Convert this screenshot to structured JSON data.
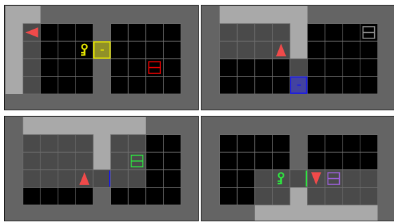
{
  "colors": {
    "wall": "#646464",
    "floor": "#000000",
    "explored_floor": "#4a4a4a",
    "grid_line": "#6e6e6e",
    "agent_path": "#a9a9a9",
    "agent": "#f04a4a",
    "yellow": "#e6e600",
    "red": "#e60000",
    "green": "#2ee640",
    "blue": "#1a1ae6",
    "purple": "#9b5fd6",
    "grey": "#8c8c8c"
  },
  "panels": [
    {
      "id": "top-left",
      "cols": 11,
      "rows": 6,
      "regions": [
        {
          "c": 1,
          "r": 1,
          "w": 4,
          "h": 4,
          "type": "floor"
        },
        {
          "c": 6,
          "r": 1,
          "w": 4,
          "h": 4,
          "type": "floor"
        },
        {
          "c": 1,
          "r": 1,
          "w": 1,
          "h": 4,
          "type": "explored_floor"
        },
        {
          "c": 5,
          "r": 2,
          "w": 1,
          "h": 1,
          "type": "explored_floor"
        }
      ],
      "path": [
        {
          "c": 0,
          "r": 0,
          "w": 2,
          "h": 1
        },
        {
          "c": 0,
          "r": 0,
          "w": 1,
          "h": 5
        }
      ],
      "objects": [
        {
          "type": "agent",
          "dir": "left",
          "c": 1,
          "r": 1,
          "color": "agent"
        },
        {
          "type": "key",
          "c": 4,
          "r": 2,
          "color": "yellow"
        },
        {
          "type": "door",
          "state": "locked",
          "c": 5,
          "r": 2,
          "color": "yellow"
        },
        {
          "type": "box",
          "c": 8,
          "r": 3,
          "color": "red"
        }
      ]
    },
    {
      "id": "top-right",
      "cols": 11,
      "rows": 6,
      "regions": [
        {
          "c": 1,
          "r": 1,
          "w": 4,
          "h": 4,
          "type": "floor"
        },
        {
          "c": 6,
          "r": 1,
          "w": 4,
          "h": 4,
          "type": "floor"
        },
        {
          "c": 1,
          "r": 1,
          "w": 4,
          "h": 2,
          "type": "explored_floor"
        },
        {
          "c": 5,
          "r": 3,
          "w": 1,
          "h": 1,
          "type": "explored_floor"
        }
      ],
      "path": [
        {
          "c": 1,
          "r": 0,
          "w": 5,
          "h": 1
        },
        {
          "c": 5,
          "r": 0,
          "w": 1,
          "h": 3
        }
      ],
      "objects": [
        {
          "type": "agent",
          "dir": "up",
          "c": 4,
          "r": 2,
          "color": "agent"
        },
        {
          "type": "door",
          "state": "locked",
          "c": 5,
          "r": 4,
          "color": "blue"
        },
        {
          "type": "box",
          "c": 9,
          "r": 1,
          "color": "grey"
        }
      ]
    },
    {
      "id": "bottom-left",
      "cols": 11,
      "rows": 6,
      "regions": [
        {
          "c": 1,
          "r": 1,
          "w": 4,
          "h": 4,
          "type": "floor"
        },
        {
          "c": 6,
          "r": 1,
          "w": 4,
          "h": 4,
          "type": "floor"
        },
        {
          "c": 1,
          "r": 1,
          "w": 4,
          "h": 3,
          "type": "explored_floor"
        },
        {
          "c": 5,
          "r": 3,
          "w": 1,
          "h": 1,
          "type": "explored_floor"
        },
        {
          "c": 6,
          "r": 1,
          "w": 2,
          "h": 3,
          "type": "explored_floor"
        }
      ],
      "path": [
        {
          "c": 1,
          "r": 0,
          "w": 7,
          "h": 1
        },
        {
          "c": 5,
          "r": 0,
          "w": 1,
          "h": 3
        }
      ],
      "objects": [
        {
          "type": "agent",
          "dir": "up",
          "c": 4,
          "r": 3,
          "color": "agent"
        },
        {
          "type": "door",
          "state": "open",
          "side": "right",
          "c": 5,
          "r": 3,
          "color": "blue"
        },
        {
          "type": "box",
          "c": 7,
          "r": 2,
          "color": "green"
        }
      ]
    },
    {
      "id": "bottom-right",
      "cols": 11,
      "rows": 6,
      "regions": [
        {
          "c": 1,
          "r": 1,
          "w": 4,
          "h": 4,
          "type": "floor"
        },
        {
          "c": 6,
          "r": 1,
          "w": 4,
          "h": 4,
          "type": "floor"
        },
        {
          "c": 3,
          "r": 3,
          "w": 2,
          "h": 2,
          "type": "explored_floor"
        },
        {
          "c": 5,
          "r": 3,
          "w": 1,
          "h": 1,
          "type": "explored_floor"
        },
        {
          "c": 6,
          "r": 3,
          "w": 4,
          "h": 2,
          "type": "explored_floor"
        }
      ],
      "path": [
        {
          "c": 5,
          "r": 4,
          "w": 1,
          "h": 2
        },
        {
          "c": 3,
          "r": 5,
          "w": 7,
          "h": 1
        }
      ],
      "objects": [
        {
          "type": "agent",
          "dir": "down",
          "c": 6,
          "r": 3,
          "color": "agent"
        },
        {
          "type": "key",
          "c": 4,
          "r": 3,
          "color": "green"
        },
        {
          "type": "door",
          "state": "open",
          "side": "right",
          "c": 5,
          "r": 3,
          "color": "green"
        },
        {
          "type": "box",
          "c": 7,
          "r": 3,
          "color": "purple"
        }
      ]
    }
  ]
}
